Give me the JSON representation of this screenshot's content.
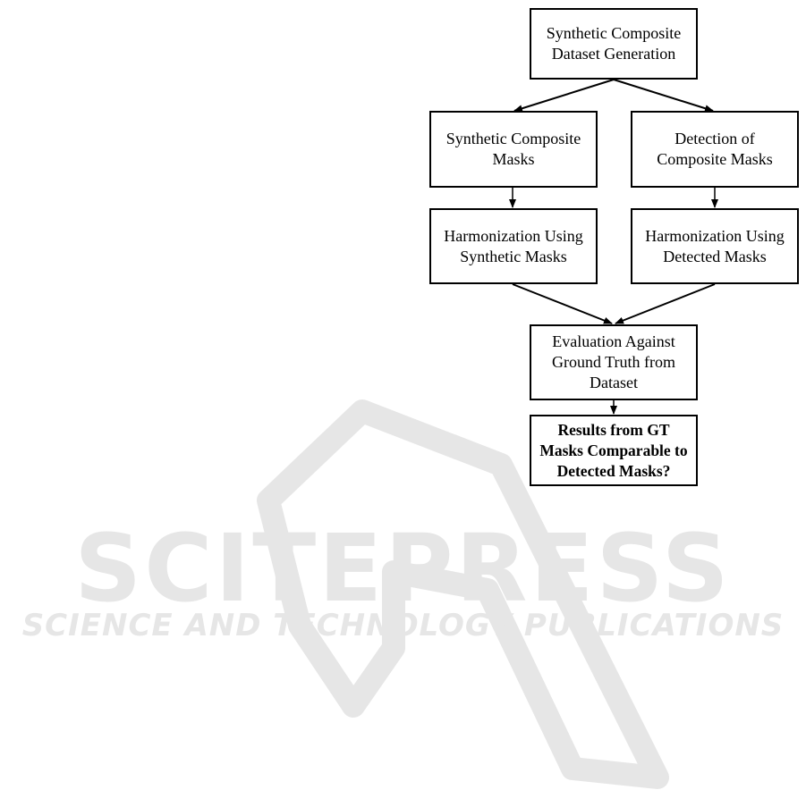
{
  "flowchart": {
    "nodes": {
      "generation": "Synthetic Composite\nDataset Generation",
      "synthetic_masks": "Synthetic Composite\nMasks",
      "detection": "Detection of\nComposite Masks",
      "harmonization_synthetic": "Harmonization Using\nSynthetic Masks",
      "harmonization_detected": "Harmonization Using\nDetected Masks",
      "evaluation": "Evaluation Against\nGround Truth from\nDataset",
      "results": "Results from GT\nMasks Comparable to\nDetected Masks?"
    }
  },
  "watermark": {
    "brand": "SCITEPRESS",
    "tagline": "SCIENCE AND TECHNOLOGY PUBLICATIONS",
    "color": "#e6e6e6"
  },
  "colors": {
    "stroke": "#000000",
    "background": "#ffffff"
  }
}
